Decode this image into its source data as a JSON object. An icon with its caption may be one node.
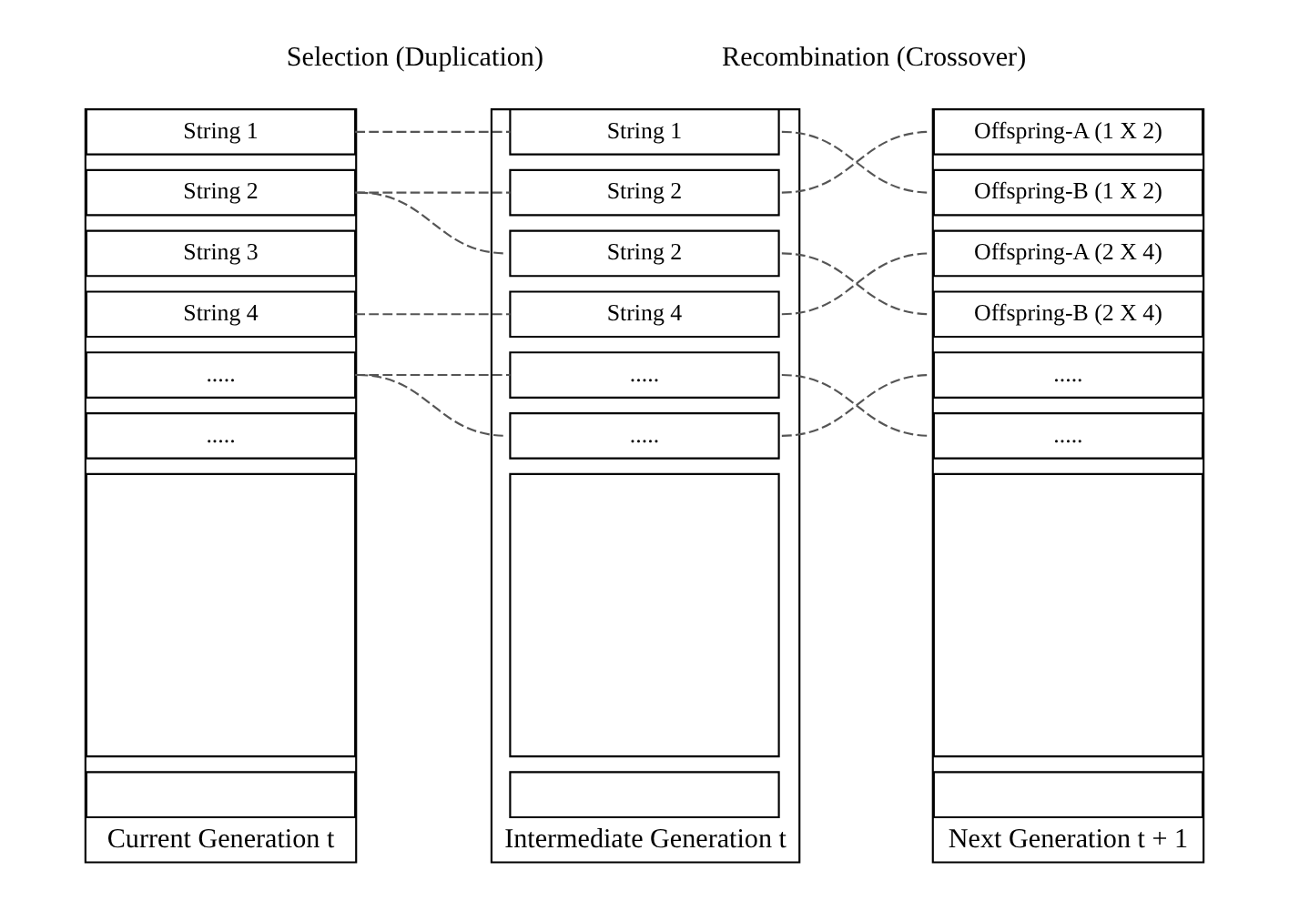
{
  "diagram": {
    "nodes": [
      {
        "text": [
          "Current Generation t"
        ]
      },
      {
        "text": [
          "String 1"
        ],
        "in": 0
      },
      {
        "text": [
          "String 2"
        ],
        "in": 0
      },
      {
        "text": [
          "String 3"
        ],
        "in": 0
      },
      {
        "text": [
          "String 4"
        ],
        "in": 0
      },
      {
        "text": [
          "....."
        ],
        "in": 0
      },
      {
        "text": [
          "....."
        ],
        "in": 0
      },
      {
        "text": [],
        "shape": "box",
        "in": 0
      },
      {
        "text": [],
        "shape": "box",
        "in": 0
      },
      {
        "text": [
          "Intermediate Generation t"
        ]
      },
      {
        "text": [
          "String 1"
        ],
        "in": 9
      },
      {
        "text": [
          "String 2"
        ],
        "in": 9
      },
      {
        "text": [
          "String 2"
        ],
        "in": 9
      },
      {
        "text": [
          "String 4"
        ],
        "in": 9
      },
      {
        "text": [
          "....."
        ],
        "in": 9
      },
      {
        "text": [
          "....."
        ],
        "in": 9
      },
      {
        "text": [],
        "shape": "box",
        "in": 9
      },
      {
        "text": [],
        "shape": "box",
        "in": 9
      },
      {
        "text": [
          "Next Generation t + 1"
        ]
      },
      {
        "text": [
          "Offspring-A (1 X 2)"
        ],
        "in": 18
      },
      {
        "text": [
          "Offspring-B (1 X 2)"
        ],
        "in": 18
      },
      {
        "text": [
          "Offspring-A (2 X 4)"
        ],
        "in": 18
      },
      {
        "text": [
          "Offspring-B (2 X 4)"
        ],
        "in": 18
      },
      {
        "text": [
          "....."
        ],
        "in": 18
      },
      {
        "text": [
          "....."
        ],
        "in": 18
      },
      {
        "text": [],
        "shape": "box",
        "in": 18
      },
      {
        "text": [],
        "shape": "box",
        "in": 18
      }
    ],
    "edges": [
      {
        "from": 1,
        "to": 10,
        "arrow": "none",
        "style": "dashed"
      },
      {
        "from": 2,
        "to": 11,
        "arrow": "none",
        "style": "dashed"
      },
      {
        "from": 2,
        "to": 12,
        "arrow": "none",
        "style": "dashed"
      },
      {
        "from": 4,
        "to": 13,
        "arrow": "none",
        "style": "dashed"
      },
      {
        "from": 5,
        "to": 14,
        "arrow": "none",
        "style": "dashed"
      },
      {
        "from": 5,
        "to": 15,
        "arrow": "none",
        "style": "dashed"
      },
      {
        "from": 10,
        "to": 20,
        "arrow": "none",
        "style": "dashed"
      },
      {
        "from": 11,
        "to": 19,
        "arrow": "none",
        "style": "dashed"
      },
      {
        "from": 12,
        "to": 22,
        "arrow": "none",
        "style": "dashed"
      },
      {
        "from": 13,
        "to": 21,
        "arrow": "none",
        "style": "dashed"
      },
      {
        "from": 14,
        "to": 24,
        "arrow": "none",
        "style": "dashed"
      },
      {
        "from": 15,
        "to": 23,
        "arrow": "none",
        "style": "dashed"
      }
    ],
    "labels": [
      "Selection (Duplication)",
      "Recombination (Crossover)"
    ]
  }
}
